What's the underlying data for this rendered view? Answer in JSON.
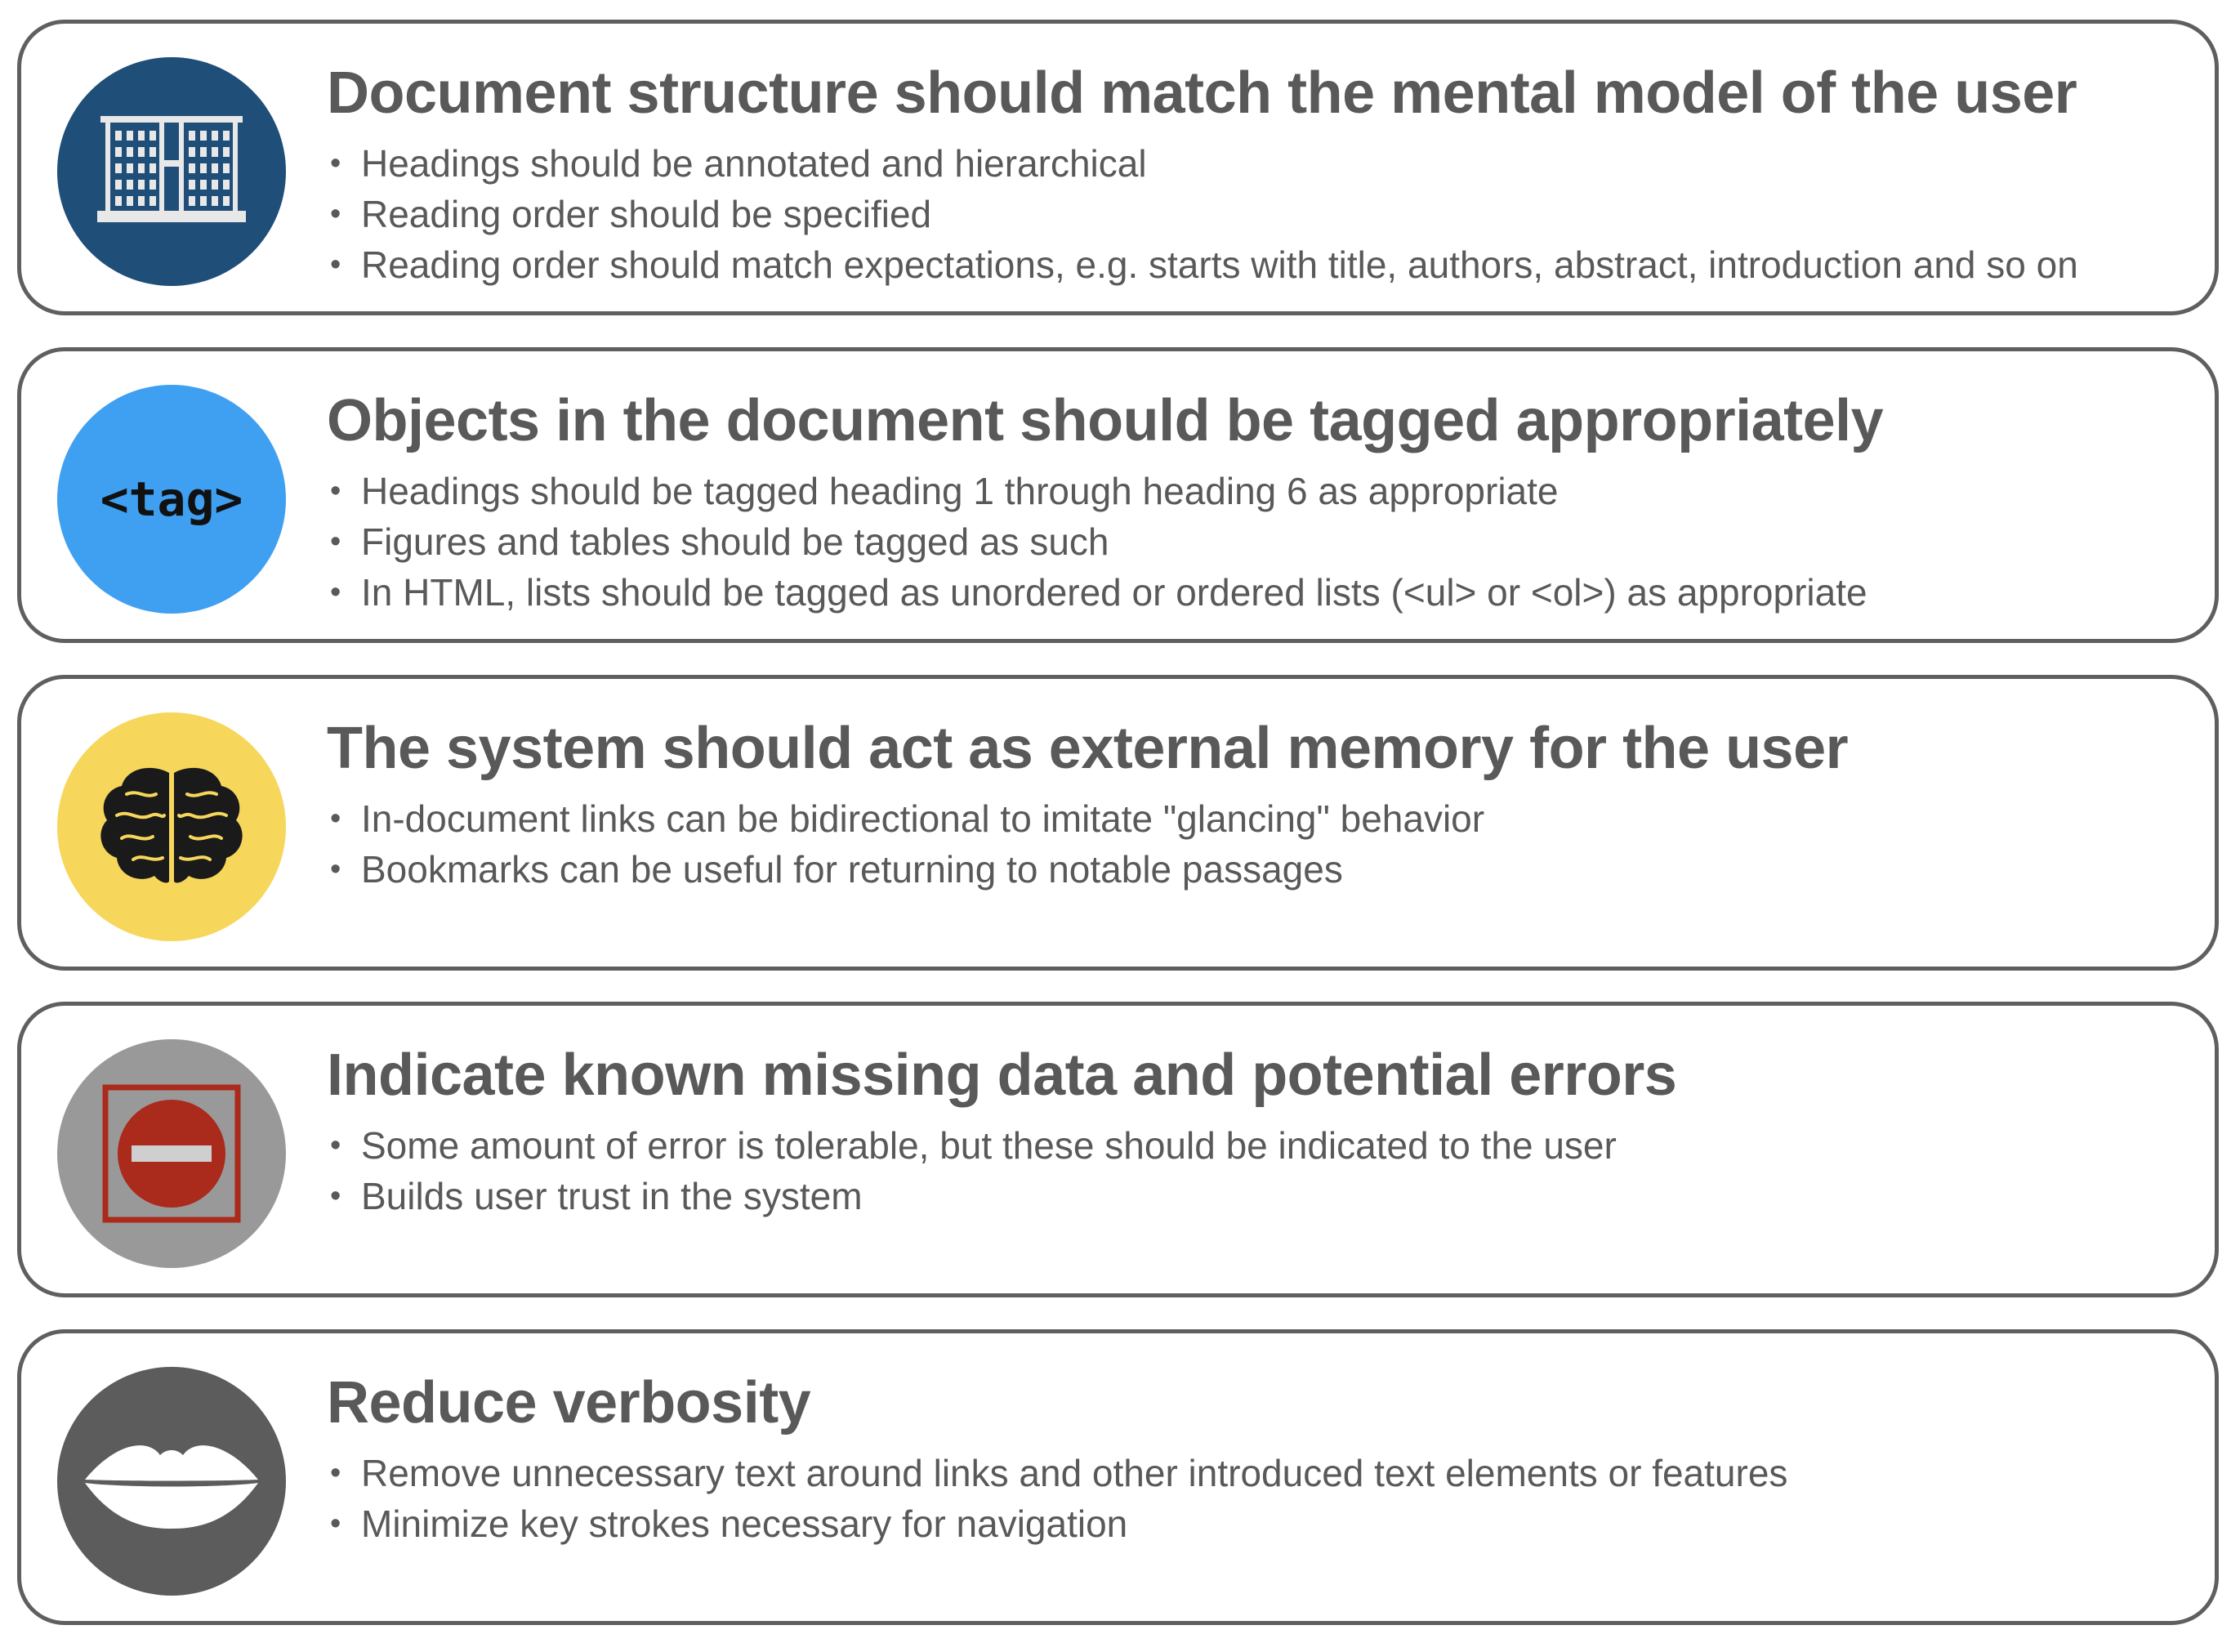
{
  "colors": {
    "card_border": "#5f5f5f",
    "text": "#595959",
    "building_circle": "#1f4e79",
    "tag_circle": "#3fa0f2",
    "brain_circle": "#f7d65c",
    "error_circle": "#999999",
    "error_red": "#aa2a1c",
    "lips_circle": "#5c5c5c"
  },
  "cards": [
    {
      "icon": "building-icon",
      "title": "Document structure should match the mental model of the user",
      "bullets": [
        "Headings should be annotated and hierarchical",
        "Reading order should be specified",
        "Reading order should match expectations, e.g. starts with title, authors, abstract, introduction and so on"
      ]
    },
    {
      "icon": "tag-icon",
      "icon_text": "<tag>",
      "title": "Objects in the document should be tagged appropriately",
      "bullets": [
        "Headings should be tagged heading 1 through heading 6 as appropriate",
        "Figures and tables should be tagged as such",
        "In HTML, lists should be tagged as unordered or ordered lists (<ul> or <ol>) as appropriate"
      ]
    },
    {
      "icon": "brain-icon",
      "title": "The system should act as external memory for the user",
      "bullets": [
        "In-document links can be bidirectional to imitate \"glancing\" behavior",
        "Bookmarks can be useful for returning to notable passages"
      ]
    },
    {
      "icon": "no-entry-icon",
      "title": "Indicate known missing data and potential errors",
      "bullets": [
        "Some amount of error is tolerable, but these should be indicated to the user",
        "Builds user trust in the system"
      ]
    },
    {
      "icon": "lips-icon",
      "title": "Reduce verbosity",
      "bullets": [
        "Remove unnecessary text around links and other introduced text elements or features",
        "Minimize key strokes necessary for navigation"
      ]
    }
  ]
}
